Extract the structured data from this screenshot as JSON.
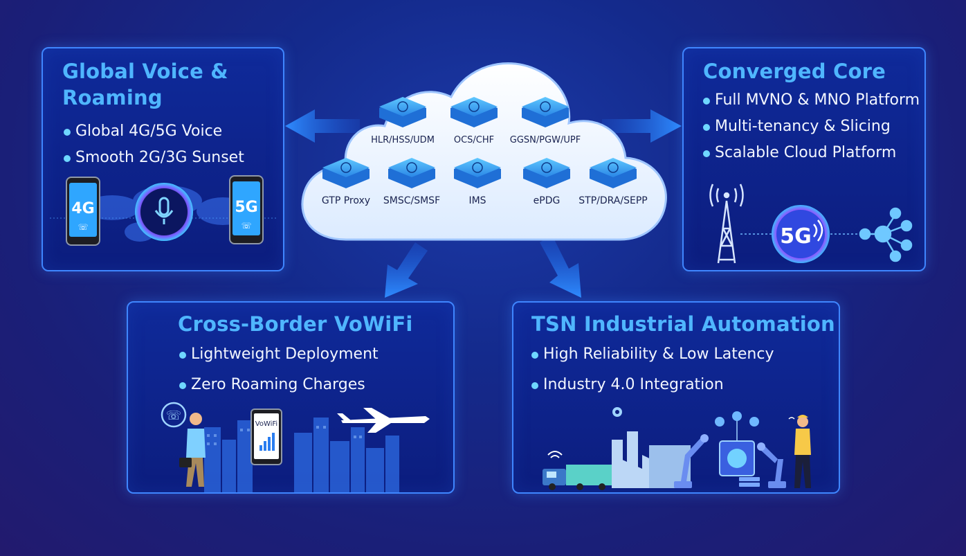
{
  "colors": {
    "accent_heading": "#4fb6ff",
    "panel_border": "#3f86ff",
    "bullet": "#6fd7ff",
    "cloud_fill": "#eaf3ff"
  },
  "cloud": {
    "modules": [
      {
        "label": "HLR/HSS/UDM",
        "icon": "network-node-icon"
      },
      {
        "label": "OCS/CHF",
        "icon": "charging-icon"
      },
      {
        "label": "GGSN/PGW/UPF",
        "icon": "gateway-icon"
      },
      {
        "label": "GTP Proxy",
        "icon": "proxy-icon"
      },
      {
        "label": "SMSC/SMSF",
        "icon": "message-icon"
      },
      {
        "label": "IMS",
        "icon": "ims-icon"
      },
      {
        "label": "ePDG",
        "icon": "wifi-gateway-icon"
      },
      {
        "label": "STP/DRA/SEPP",
        "icon": "routing-icon"
      }
    ]
  },
  "panels": {
    "voice": {
      "title": "Global Voice & Roaming",
      "bullets": [
        "Global 4G/5G Voice",
        "Smooth 2G/3G Sunset"
      ],
      "badges": {
        "left": "4G",
        "right": "5G"
      }
    },
    "core": {
      "title": "Converged Core",
      "bullets": [
        "Full MVNO & MNO Platform",
        "Multi-tenancy & Slicing",
        "Scalable Cloud Platform"
      ],
      "badge": "5G"
    },
    "vowifi": {
      "title": "Cross-Border VoWiFi",
      "bullets": [
        "Lightweight Deployment",
        "Zero Roaming Charges"
      ],
      "phone_label": "VoWiFi"
    },
    "tsn": {
      "title": "TSN Industrial Automation",
      "bullets": [
        "High Reliability & Low Latency",
        "Industry 4.0 Integration"
      ]
    }
  }
}
